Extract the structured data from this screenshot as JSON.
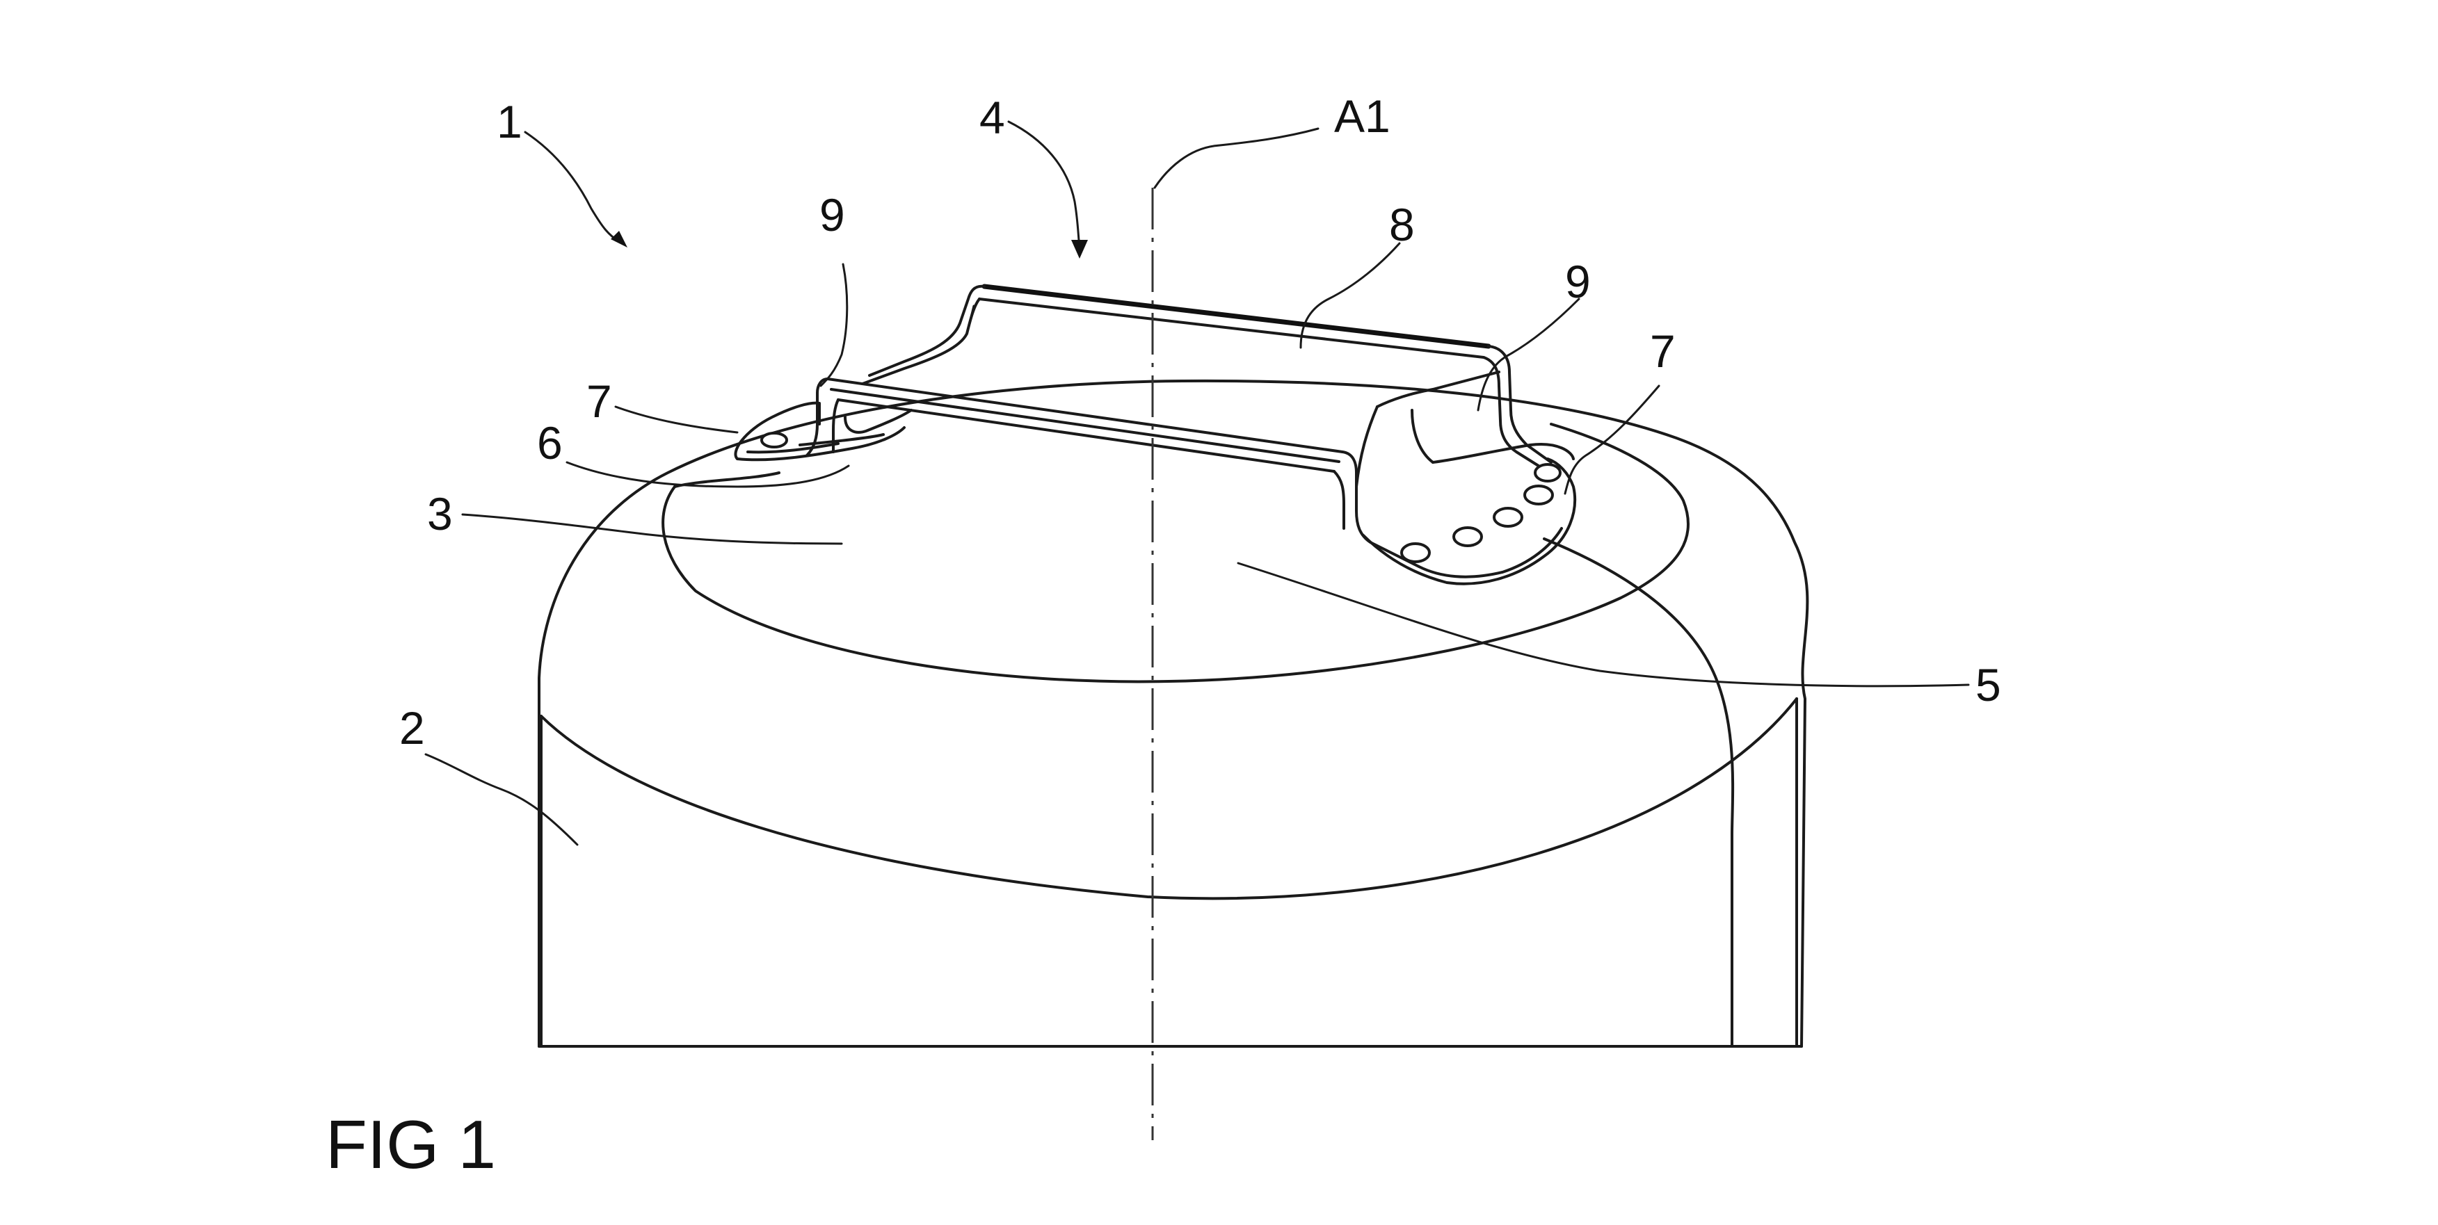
{
  "figure": {
    "caption": "FIG 1",
    "axis_label": "A1",
    "reference_numerals": {
      "device": "1",
      "body": "2",
      "top_surface": "3",
      "handle": "4",
      "rim_edge": "5",
      "recess": "6",
      "foot_left": "7",
      "foot_right": "7",
      "grip": "8",
      "bend_left": "9",
      "bend_right": "9"
    }
  }
}
